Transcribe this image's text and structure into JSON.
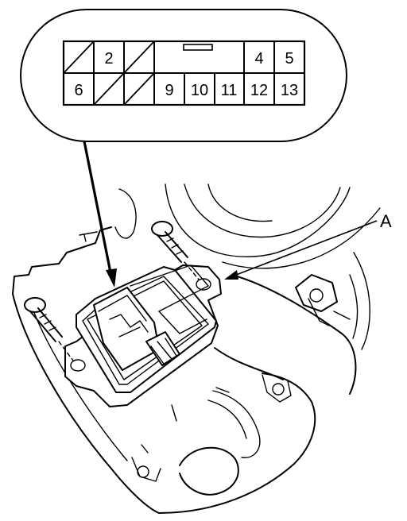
{
  "connector": {
    "top_row": [
      {
        "label": "",
        "blank": true
      },
      {
        "label": "2",
        "blank": false
      },
      {
        "label": "",
        "blank": true
      },
      {
        "label": "",
        "blank": false
      },
      {
        "label": "4",
        "blank": false
      },
      {
        "label": "5",
        "blank": false
      }
    ],
    "bottom_row": [
      {
        "label": "6",
        "blank": false
      },
      {
        "label": "",
        "blank": true
      },
      {
        "label": "",
        "blank": true
      },
      {
        "label": "9",
        "blank": false
      },
      {
        "label": "10",
        "blank": false
      },
      {
        "label": "11",
        "blank": false
      },
      {
        "label": "12",
        "blank": false
      },
      {
        "label": "13",
        "blank": false
      }
    ]
  },
  "callout": {
    "label": "A"
  }
}
